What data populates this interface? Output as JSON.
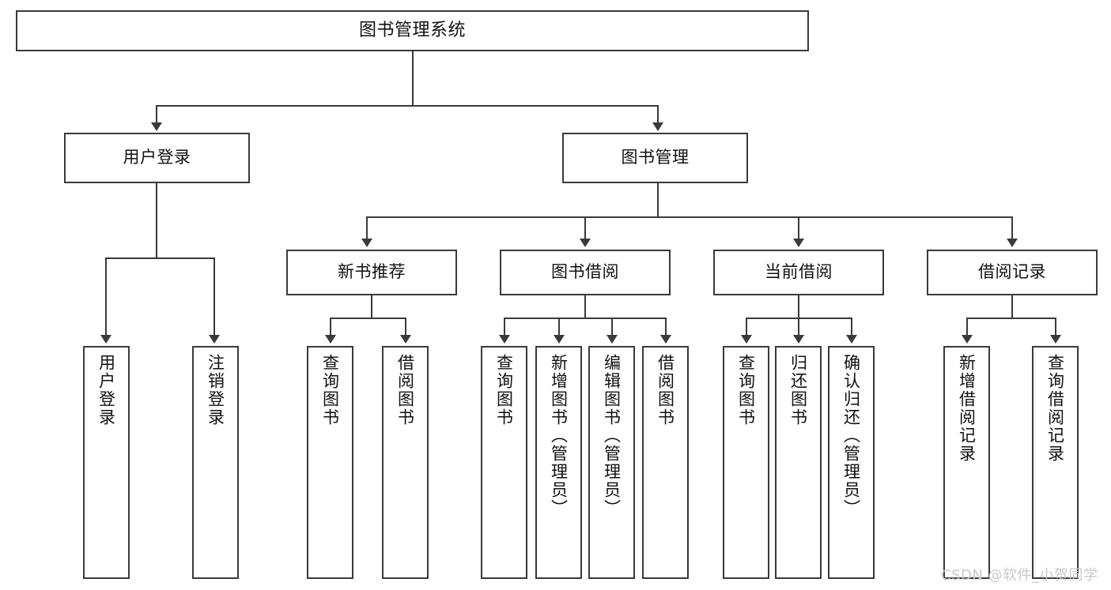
{
  "diagram": {
    "title": "图书管理系统",
    "type": "hierarchy-tree",
    "root": {
      "id": "root",
      "label": "图书管理系统"
    },
    "level1": [
      {
        "id": "user-login",
        "label": "用户登录"
      },
      {
        "id": "book-manage",
        "label": "图书管理"
      }
    ],
    "level2": [
      {
        "id": "new-book-rec",
        "label": "新书推荐",
        "parent": "book-manage"
      },
      {
        "id": "book-borrow",
        "label": "图书借阅",
        "parent": "book-manage"
      },
      {
        "id": "current-borrow",
        "label": "当前借阅",
        "parent": "book-manage"
      },
      {
        "id": "borrow-record",
        "label": "借阅记录",
        "parent": "book-manage"
      }
    ],
    "leaves": [
      {
        "id": "leaf-user-login",
        "label": "用户登录",
        "parent": "user-login"
      },
      {
        "id": "leaf-logout",
        "label": "注销登录",
        "parent": "user-login"
      },
      {
        "id": "leaf-query-book-1",
        "label": "查询图书",
        "parent": "new-book-rec"
      },
      {
        "id": "leaf-borrow-book-1",
        "label": "借阅图书",
        "parent": "new-book-rec"
      },
      {
        "id": "leaf-query-book-2",
        "label": "查询图书",
        "parent": "book-borrow"
      },
      {
        "id": "leaf-add-book",
        "label": "新增图书（管理员）",
        "parent": "book-borrow"
      },
      {
        "id": "leaf-edit-book",
        "label": "编辑图书（管理员）",
        "parent": "book-borrow"
      },
      {
        "id": "leaf-borrow-book-2",
        "label": "借阅图书",
        "parent": "book-borrow"
      },
      {
        "id": "leaf-query-book-3",
        "label": "查询图书",
        "parent": "current-borrow"
      },
      {
        "id": "leaf-return-book",
        "label": "归还图书",
        "parent": "current-borrow"
      },
      {
        "id": "leaf-confirm-return",
        "label": "确认归还（管理员）",
        "parent": "current-borrow"
      },
      {
        "id": "leaf-add-record",
        "label": "新增借阅记录",
        "parent": "borrow-record"
      },
      {
        "id": "leaf-query-record",
        "label": "查询借阅记录",
        "parent": "borrow-record"
      }
    ],
    "watermark": "CSDN @软件_小贺同学",
    "colors": {
      "border": "#3a3a3a",
      "text": "#111111",
      "background": "#ffffff",
      "watermark": "#c9c9c9"
    }
  }
}
